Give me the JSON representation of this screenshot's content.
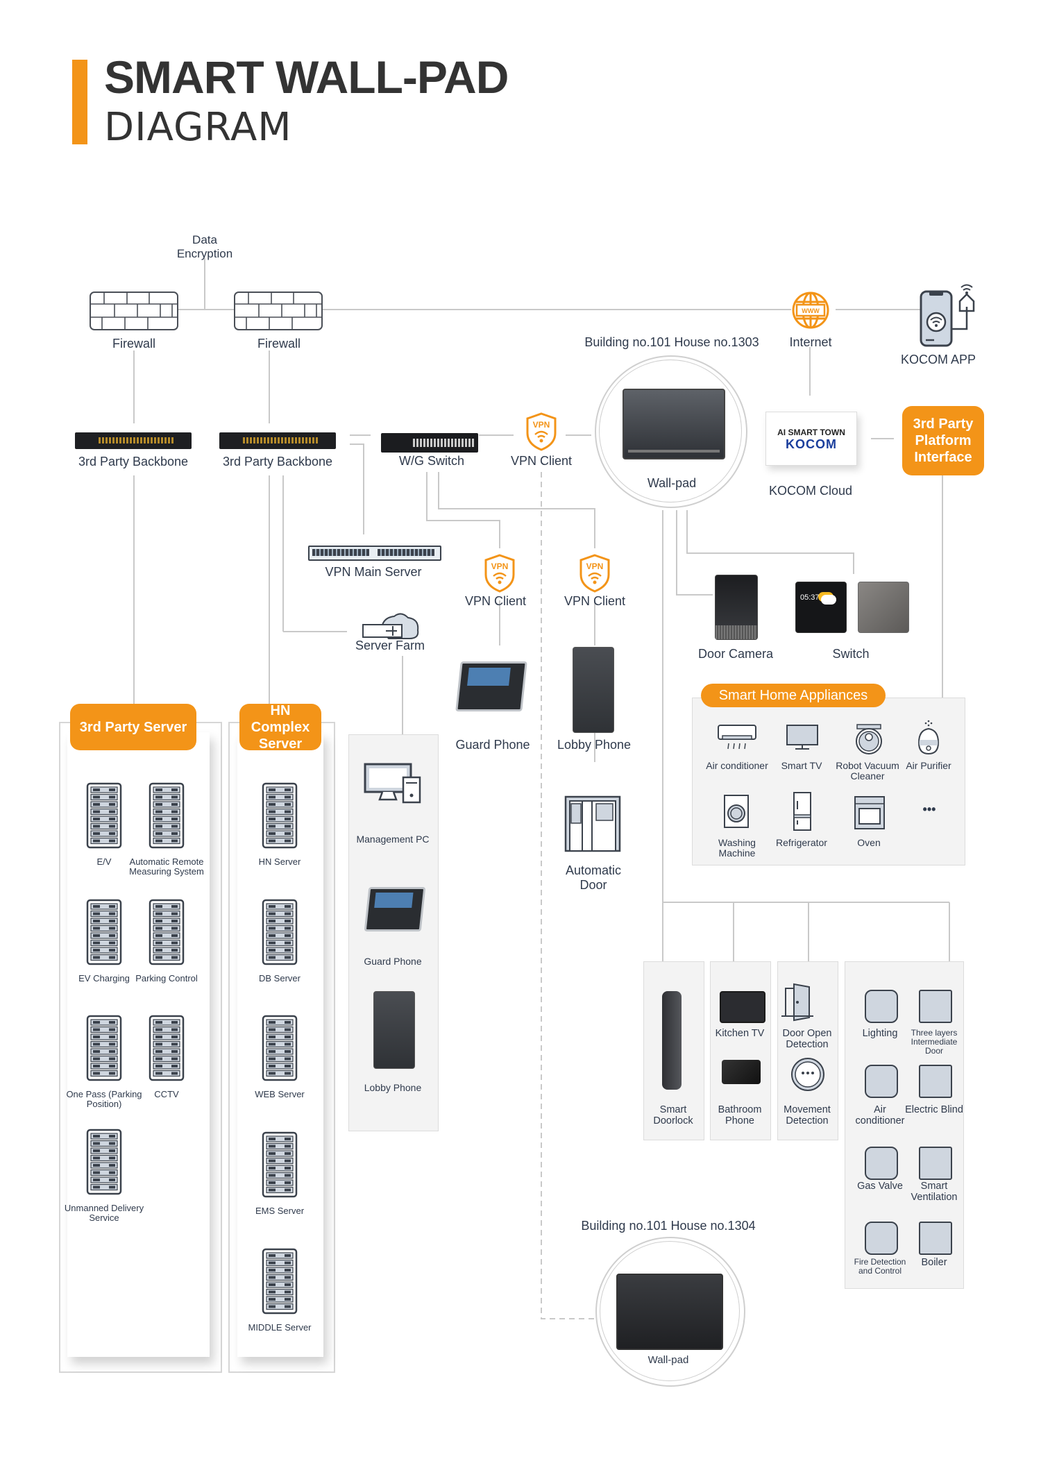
{
  "header": {
    "title_main": "SMART WALL-PAD",
    "title_sub": "DIAGRAM",
    "accent_color": "#f39418"
  },
  "top": {
    "data_encryption": "Data\nEncryption",
    "firewall_1": "Firewall",
    "firewall_2": "Firewall",
    "internet": "Internet",
    "kocom_app": "KOCOM APP",
    "building_1303": "Building no.101 House no.1303",
    "wallpad_1303": "Wall-pad",
    "kocom_cloud_card_line1": "AI SMART TOWN",
    "kocom_cloud_card_line2": "KOCOM",
    "kocom_cloud": "KOCOM Cloud",
    "third_party_platform": "3rd Party Platform Interface"
  },
  "network": {
    "backbone_1": "3rd Party Backbone",
    "backbone_2": "3rd Party Backbone",
    "wg_switch": "W/G Switch",
    "vpn_client_main": "VPN Client",
    "vpn_main_server": "VPN Main Server",
    "server_farm": "Server Farm",
    "vpn_client_guard": "VPN Client",
    "vpn_client_lobby": "VPN Client",
    "guard_phone": "Guard Phone",
    "lobby_phone": "Lobby Phone",
    "automatic_door": "Automatic Door",
    "vpn_badge": "VPN",
    "www_badge": "WWW"
  },
  "home_devices": {
    "door_camera": "Door Camera",
    "switch": "Switch",
    "switch_time": "05:37"
  },
  "smart_home": {
    "title": "Smart Home Appliances",
    "items": [
      {
        "label": "Air conditioner",
        "icon": "air-conditioner-icon"
      },
      {
        "label": "Smart TV",
        "icon": "smart-tv-icon"
      },
      {
        "label": "Robot Vacuum Cleaner",
        "icon": "robot-vacuum-icon"
      },
      {
        "label": "Air Purifier",
        "icon": "air-purifier-icon"
      },
      {
        "label": "Washing Machine",
        "icon": "washing-machine-icon"
      },
      {
        "label": "Refrigerator",
        "icon": "refrigerator-icon"
      },
      {
        "label": "Oven",
        "icon": "oven-icon"
      },
      {
        "label": "",
        "icon": "more-icon"
      }
    ],
    "more": "•••"
  },
  "third_party_server": {
    "title": "3rd Party Server",
    "items": [
      "E/V",
      "Automatic Remote Measuring System",
      "EV Charging",
      "Parking Control",
      "One Pass (Parking Position)",
      "CCTV",
      "Unmanned Delivery Service"
    ]
  },
  "hn_complex_server": {
    "title": "HN Complex Server",
    "items": [
      "HN Server",
      "DB Server",
      "WEB Server",
      "EMS Server",
      "MIDDLE Server"
    ]
  },
  "management": {
    "items": [
      "Management PC",
      "Guard Phone",
      "Lobby Phone"
    ]
  },
  "in_home": {
    "col1": [
      "Smart Doorlock"
    ],
    "col2": [
      "Kitchen TV",
      "Bathroom Phone"
    ],
    "col3": [
      "Door Open Detection",
      "Movement Detection"
    ],
    "col4": [
      "Lighting",
      "Three layers Intermediate Door",
      "Air conditioner",
      "Electric Blind",
      "Gas Valve",
      "Smart Ventilation",
      "Fire Detection and Control",
      "Boiler"
    ]
  },
  "bottom": {
    "building_1304": "Building no.101 House no.1304",
    "wallpad_1304": "Wall-pad"
  }
}
